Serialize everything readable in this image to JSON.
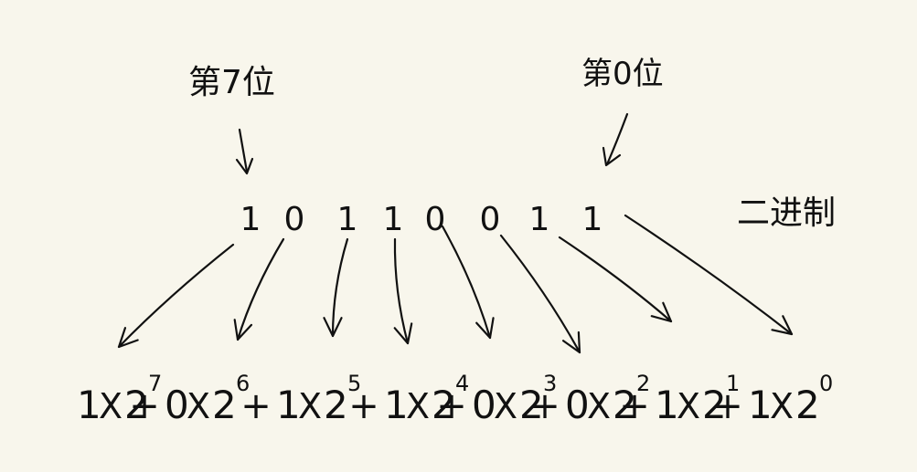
{
  "labels": {
    "bit7": "第7位",
    "bit0": "第0位",
    "binary": "二进制"
  },
  "bits": [
    "1",
    "0",
    "1",
    "1",
    "0",
    "0",
    "1",
    "1"
  ],
  "terms": [
    {
      "coef": "1",
      "base": "2",
      "exp": "7"
    },
    {
      "coef": "0",
      "base": "2",
      "exp": "6"
    },
    {
      "coef": "1",
      "base": "2",
      "exp": "5"
    },
    {
      "coef": "1",
      "base": "2",
      "exp": "4"
    },
    {
      "coef": "0",
      "base": "2",
      "exp": "3"
    },
    {
      "coef": "0",
      "base": "2",
      "exp": "2"
    },
    {
      "coef": "1",
      "base": "2",
      "exp": "1"
    },
    {
      "coef": "1",
      "base": "2",
      "exp": "0"
    }
  ],
  "operators": {
    "times": "X",
    "plus": "+"
  }
}
